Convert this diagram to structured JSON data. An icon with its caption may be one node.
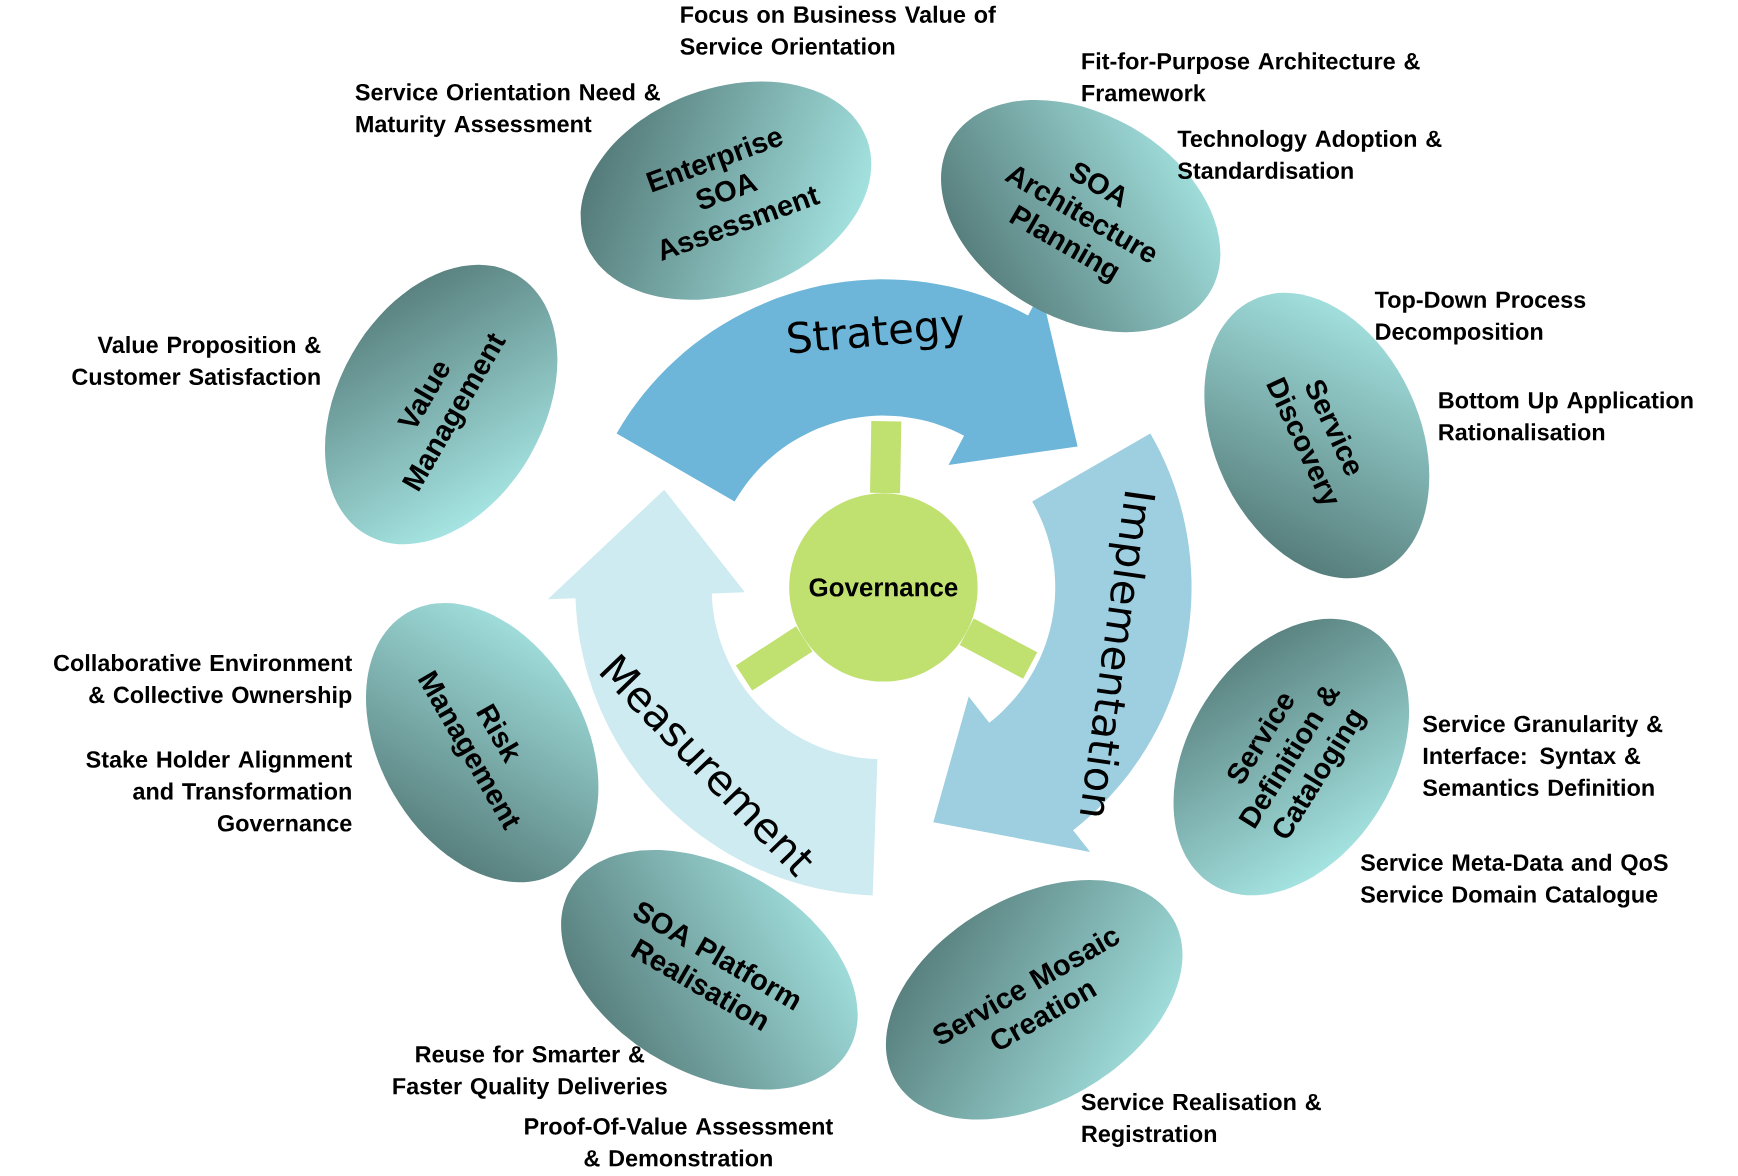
{
  "diagram": {
    "nodes": [
      {
        "text": [
          "Enterprise SOA Assessment"
        ],
        "beside": [
          "Service Orientation Need & Maturity Assessment",
          "Focus on Business Value of Service Orientation"
        ]
      },
      {
        "text": [
          "SOA Architecture Planning"
        ],
        "beside": [
          "Fit-for-Purpose Architecture & Framework",
          "Technology Adoption & Standardisation"
        ]
      },
      {
        "text": [
          "Value Management"
        ],
        "beside": [
          "Value Proposition & Customer Satisfaction"
        ]
      },
      {
        "text": [
          "Strategy"
        ]
      },
      {
        "text": [
          "Service Discovery"
        ],
        "beside": [
          "Top-Down Process Decomposition",
          "Bottom Up Application Rationalisation"
        ]
      },
      {
        "text": [
          "Governance"
        ]
      },
      {
        "text": [
          "Measurement"
        ]
      },
      {
        "text": [
          "Implementation"
        ]
      },
      {
        "text": [
          "Risk Management"
        ],
        "beside": [
          "Collaborative Environment & Collective Ownership",
          "Stake Holder Alignment and Transformation Governance"
        ]
      },
      {
        "text": [
          "Service Definition & Cataloging"
        ],
        "beside": [
          "Service Granularity & Interface: Syntax & Semantics Definition",
          "Service Meta-Data and QoS Service Domain Catalogue"
        ]
      },
      {
        "text": [
          "SOA Platform Realisation"
        ],
        "beside": [
          "Reuse for Smarter & Faster Quality Deliveries",
          "Proof-Of-Value Assessment & Demonstration"
        ]
      },
      {
        "text": [
          "Service Mosaic Creation"
        ],
        "beside": [
          "Service Realisation & Registration"
        ]
      }
    ],
    "edges": [
      {
        "from": 5,
        "to": 3,
        "arrow": "none"
      },
      {
        "from": 5,
        "to": 6,
        "arrow": "none"
      },
      {
        "from": 5,
        "to": 7,
        "arrow": "none"
      }
    ]
  }
}
